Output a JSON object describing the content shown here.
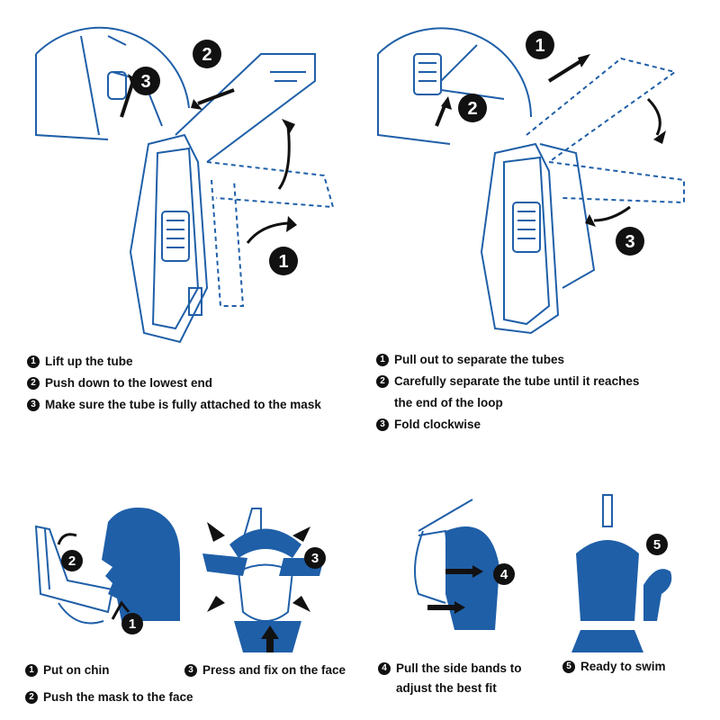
{
  "colors": {
    "blue": "#1f5fa8",
    "dark": "#111111",
    "skin": "#2262ad"
  },
  "attach": {
    "steps": [
      {
        "num": "1",
        "text": "Lift up the tube"
      },
      {
        "num": "2",
        "text": "Push down to the lowest end"
      },
      {
        "num": "3",
        "text": "Make sure the tube is fully attached to the mask"
      }
    ]
  },
  "detach": {
    "steps": [
      {
        "num": "1",
        "text": "Pull out to separate the tubes"
      },
      {
        "num": "2",
        "text": "Carefully separate the tube until it reaches the end of the loop"
      },
      {
        "num": "3",
        "text": "Fold clockwise"
      }
    ]
  },
  "wear": {
    "steps": [
      {
        "num": "1",
        "text": "Put on chin"
      },
      {
        "num": "2",
        "text": "Push the mask to the face"
      },
      {
        "num": "3",
        "text": "Press and fix on the face"
      },
      {
        "num": "4",
        "text_line1": "Pull the side bands to",
        "text_line2": "adjust the best fit"
      },
      {
        "num": "5",
        "text": "Ready to swim"
      }
    ]
  },
  "badges": [
    "1",
    "2",
    "3",
    "4",
    "5"
  ]
}
